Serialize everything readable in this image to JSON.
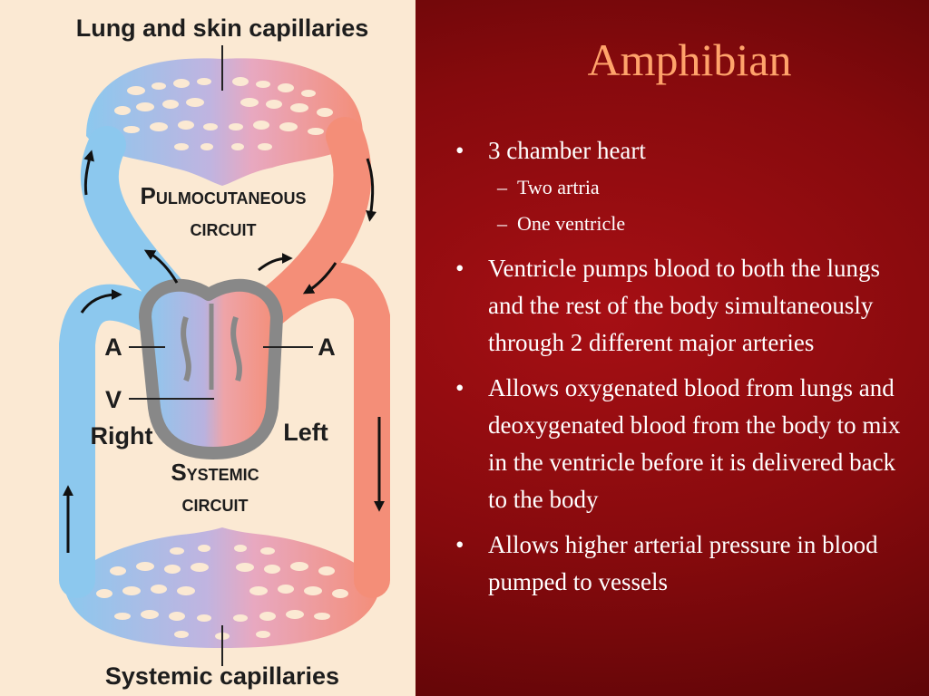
{
  "slide": {
    "title": "Amphibian",
    "bullets": [
      {
        "text": "3 chamber heart",
        "sub": [
          "Two artria",
          "One ventricle"
        ]
      },
      {
        "text": "Ventricle pumps blood to both the lungs and the rest of the body simultaneously through 2 different major arteries"
      },
      {
        "text": "Allows oxygenated blood from lungs and deoxygenated blood from the body to mix in the ventricle before it is delivered back to the body"
      },
      {
        "text": "Allows higher arterial pressure in blood pumped to vessels"
      }
    ]
  },
  "diagram": {
    "top_label": "Lung and skin capillaries",
    "pulmo_big": "P",
    "pulmo_rest": "ULMOCUTANEOUS",
    "pulmo_circuit": "CIRCUIT",
    "atrium_left_label": "A",
    "atrium_right_label": "A",
    "ventricle_label": "V",
    "right_label": "Right",
    "left_label": "Left",
    "systemic_big": "S",
    "systemic_rest": "YSTEMIC",
    "systemic_circuit": "CIRCUIT",
    "bottom_label": "Systemic capillaries"
  },
  "colors": {
    "title": "#ffa36b",
    "text": "#ffffff",
    "deoxygenated": "#8cc8ee",
    "oxygenated": "#f48e78",
    "panel": "#fbe9d3"
  }
}
